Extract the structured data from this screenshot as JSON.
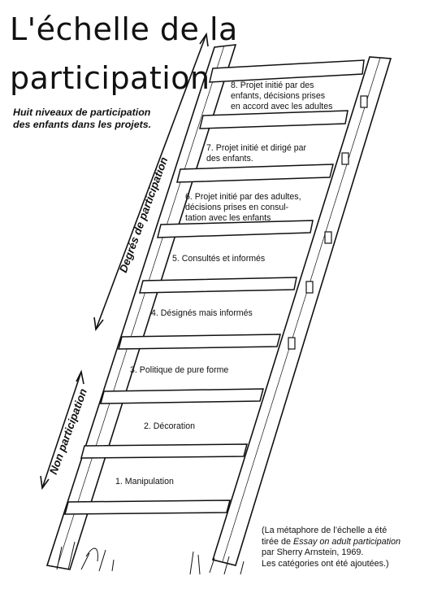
{
  "title_line1": "L'échelle de la",
  "title_line2": "participation",
  "subtitle": "Huit niveaux de participation des enfants dans les projets.",
  "axis_upper": "Degrés de participation",
  "axis_lower": "Non participation",
  "rungs": {
    "r8": [
      "8. Projet initié par des",
      "enfants, décisions prises",
      "en accord avec les adultes"
    ],
    "r7": [
      "7. Projet initié et dirigé par",
      "des enfants."
    ],
    "r6": [
      "6. Projet initié par des adultes,",
      "décisions prises en consul-",
      "tation avec les enfants"
    ],
    "r5": "5. Consultés et informés",
    "r4": "4. Désignés mais informés",
    "r3": "3. Politique de pure forme",
    "r2": "2. Décoration",
    "r1": "1. Manipulation"
  },
  "credit": {
    "line1": "(La métaphore de l’échelle a été",
    "line2_prefix": "tirée de ",
    "line2_italic": "Essay on adult participation",
    "line3": "par Sherry Arnstein, 1969.",
    "line4": "Les catégories ont été ajoutées.)"
  }
}
